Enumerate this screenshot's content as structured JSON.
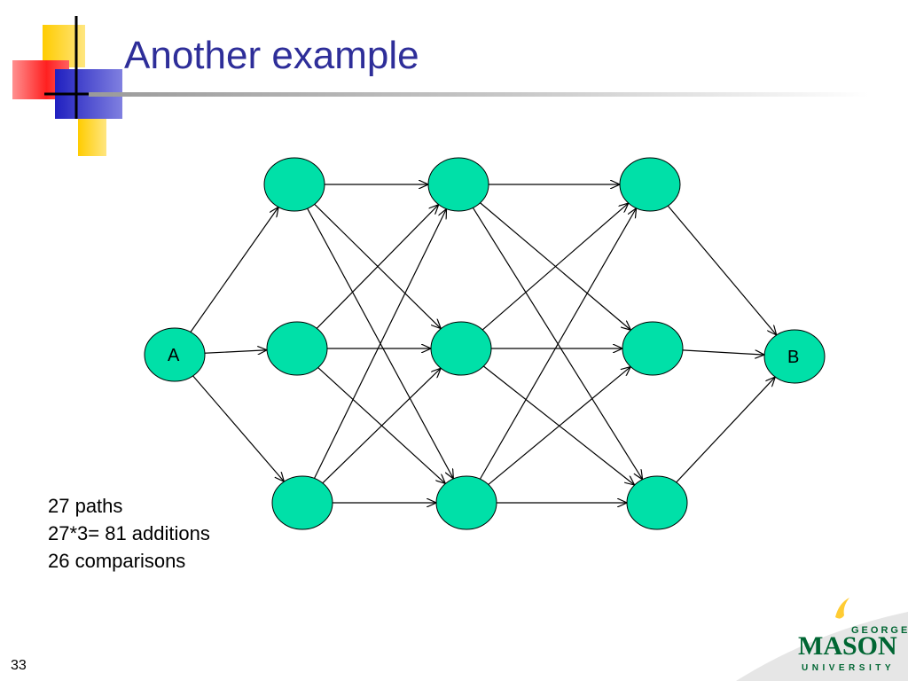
{
  "slide": {
    "title": "Another example",
    "notes": [
      "27 paths",
      "27*3= 81 additions",
      "26 comparisons"
    ],
    "slide_number": "33"
  },
  "diagram": {
    "node_color": "#00e0a8",
    "edge_color": "#000000",
    "nodes": [
      {
        "id": "A",
        "label": "A"
      },
      {
        "id": "L1T",
        "label": ""
      },
      {
        "id": "L1M",
        "label": ""
      },
      {
        "id": "L1B",
        "label": ""
      },
      {
        "id": "L2T",
        "label": ""
      },
      {
        "id": "L2M",
        "label": ""
      },
      {
        "id": "L2B",
        "label": ""
      },
      {
        "id": "L3T",
        "label": ""
      },
      {
        "id": "L3M",
        "label": ""
      },
      {
        "id": "L3B",
        "label": ""
      },
      {
        "id": "B",
        "label": "B"
      }
    ],
    "edges": [
      [
        "A",
        "L1T"
      ],
      [
        "A",
        "L1M"
      ],
      [
        "A",
        "L1B"
      ],
      [
        "L1T",
        "L2T"
      ],
      [
        "L1T",
        "L2M"
      ],
      [
        "L1T",
        "L2B"
      ],
      [
        "L1M",
        "L2T"
      ],
      [
        "L1M",
        "L2M"
      ],
      [
        "L1M",
        "L2B"
      ],
      [
        "L1B",
        "L2T"
      ],
      [
        "L1B",
        "L2M"
      ],
      [
        "L1B",
        "L2B"
      ],
      [
        "L2T",
        "L3T"
      ],
      [
        "L2T",
        "L3M"
      ],
      [
        "L2T",
        "L3B"
      ],
      [
        "L2M",
        "L3T"
      ],
      [
        "L2M",
        "L3M"
      ],
      [
        "L2M",
        "L3B"
      ],
      [
        "L2B",
        "L3T"
      ],
      [
        "L2B",
        "L3M"
      ],
      [
        "L2B",
        "L3B"
      ],
      [
        "L3T",
        "B"
      ],
      [
        "L3M",
        "B"
      ],
      [
        "L3B",
        "B"
      ]
    ]
  },
  "logo": {
    "line1": "GEORGE",
    "line2": "MASON",
    "line3": "UNIVERSITY",
    "primary_color": "#006633",
    "accent_color": "#ffcc33"
  },
  "decoration_colors": {
    "yellow": "#ffcc00",
    "red": "#ff3333",
    "blue": "#3333cc"
  }
}
